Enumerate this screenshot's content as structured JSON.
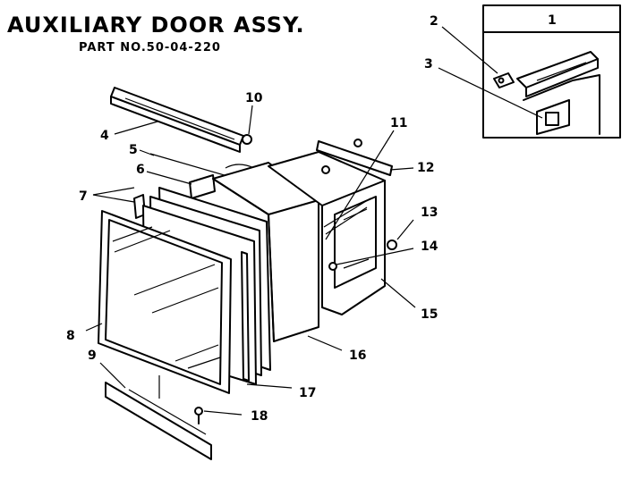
{
  "header": {
    "title": "AUXILIARY DOOR ASSY.",
    "part_number": "PART NO.50-04-220"
  },
  "inset": {
    "label": "1"
  },
  "callouts": {
    "c2": "2",
    "c3": "3",
    "c4": "4",
    "c5": "5",
    "c6": "6",
    "c7": "7",
    "c8": "8",
    "c9": "9",
    "c10": "10",
    "c11": "11",
    "c12": "12",
    "c13": "13",
    "c14": "14",
    "c15": "15",
    "c16": "16",
    "c17": "17",
    "c18": "18"
  }
}
